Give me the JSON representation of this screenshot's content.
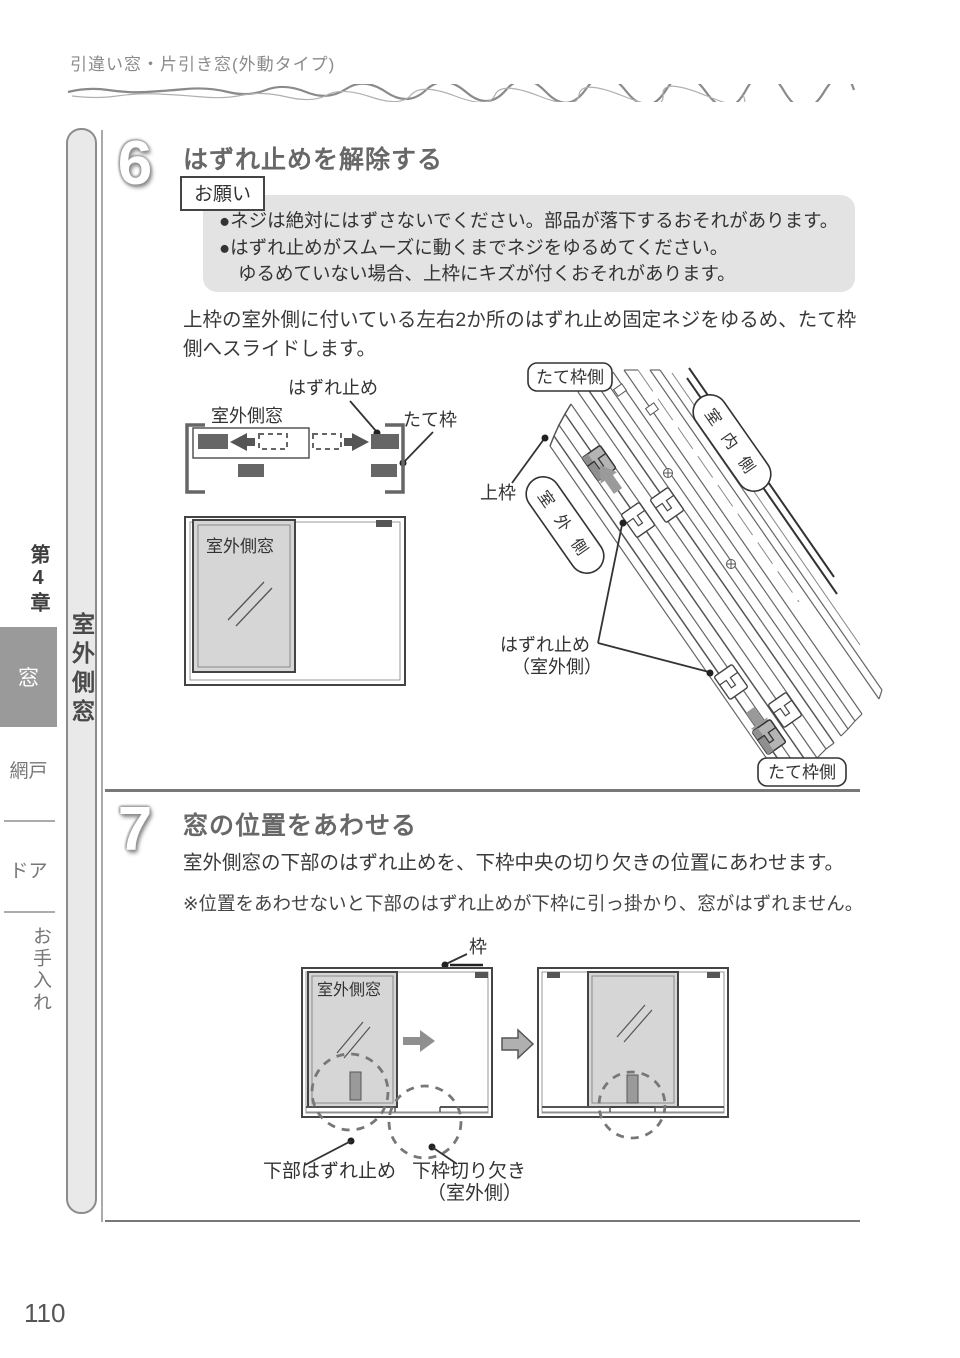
{
  "header": {
    "title": "引違い窓・片引き窓(外動タイプ)"
  },
  "sidebar": {
    "chapter": "第4章",
    "tab_window": "窓",
    "tab_screen": "網戸",
    "tab_door": "ドア",
    "tab_care": "お手入れ"
  },
  "side_tab": {
    "label": "室外側窓"
  },
  "page_number": "110",
  "step6": {
    "number": "6",
    "title": "はずれ止めを解除する",
    "notice_label": "お願い",
    "notice_line1": "●ネジは絶対にはずさないでください。部品が落下するおそれがあります。",
    "notice_line2": "●はずれ止めがスムーズに動くまでネジをゆるめてください。",
    "notice_line3": "ゆるめていない場合、上枠にキズが付くおそれがあります。",
    "body_line1": "上枠の室外側に付いている左右2か所のはずれ止め固定ネジをゆるめ、たて枠",
    "body_line2": "側へスライドします。",
    "diagram_slide": {
      "label_hazure": "はずれ止め",
      "label_window": "室外側窓",
      "label_tate": "たて枠"
    },
    "diagram_window": {
      "label": "室外側窓"
    },
    "diagram_3d": {
      "label_tate_top": "たて枠側",
      "label_tate_bottom": "たて枠側",
      "label_uwaku": "上枠",
      "label_outdoor": "室外側",
      "label_indoor": "室内側",
      "label_hazure_line1": "はずれ止め",
      "label_hazure_line2": "（室外側）"
    }
  },
  "step7": {
    "number": "7",
    "title": "窓の位置をあわせる",
    "body": "室外側窓の下部のはずれ止めを、下枠中央の切り欠きの位置にあわせます。",
    "note": "※位置をあわせないと下部のはずれ止めが下枠に引っ掛かり、窓がはずれません。",
    "diagram": {
      "label_waku": "枠",
      "label_window": "室外側窓",
      "label_stopper": "下部はずれ止め",
      "label_notch_line1": "下枠切り欠き",
      "label_notch_line2": "（室外側）"
    }
  },
  "colors": {
    "tab_active_bg": "#9a9a9a",
    "notice_bg": "#e3e3e3",
    "pane_gray": "#d6d6d6",
    "line_dark": "#444444",
    "title_gray": "#686868"
  }
}
